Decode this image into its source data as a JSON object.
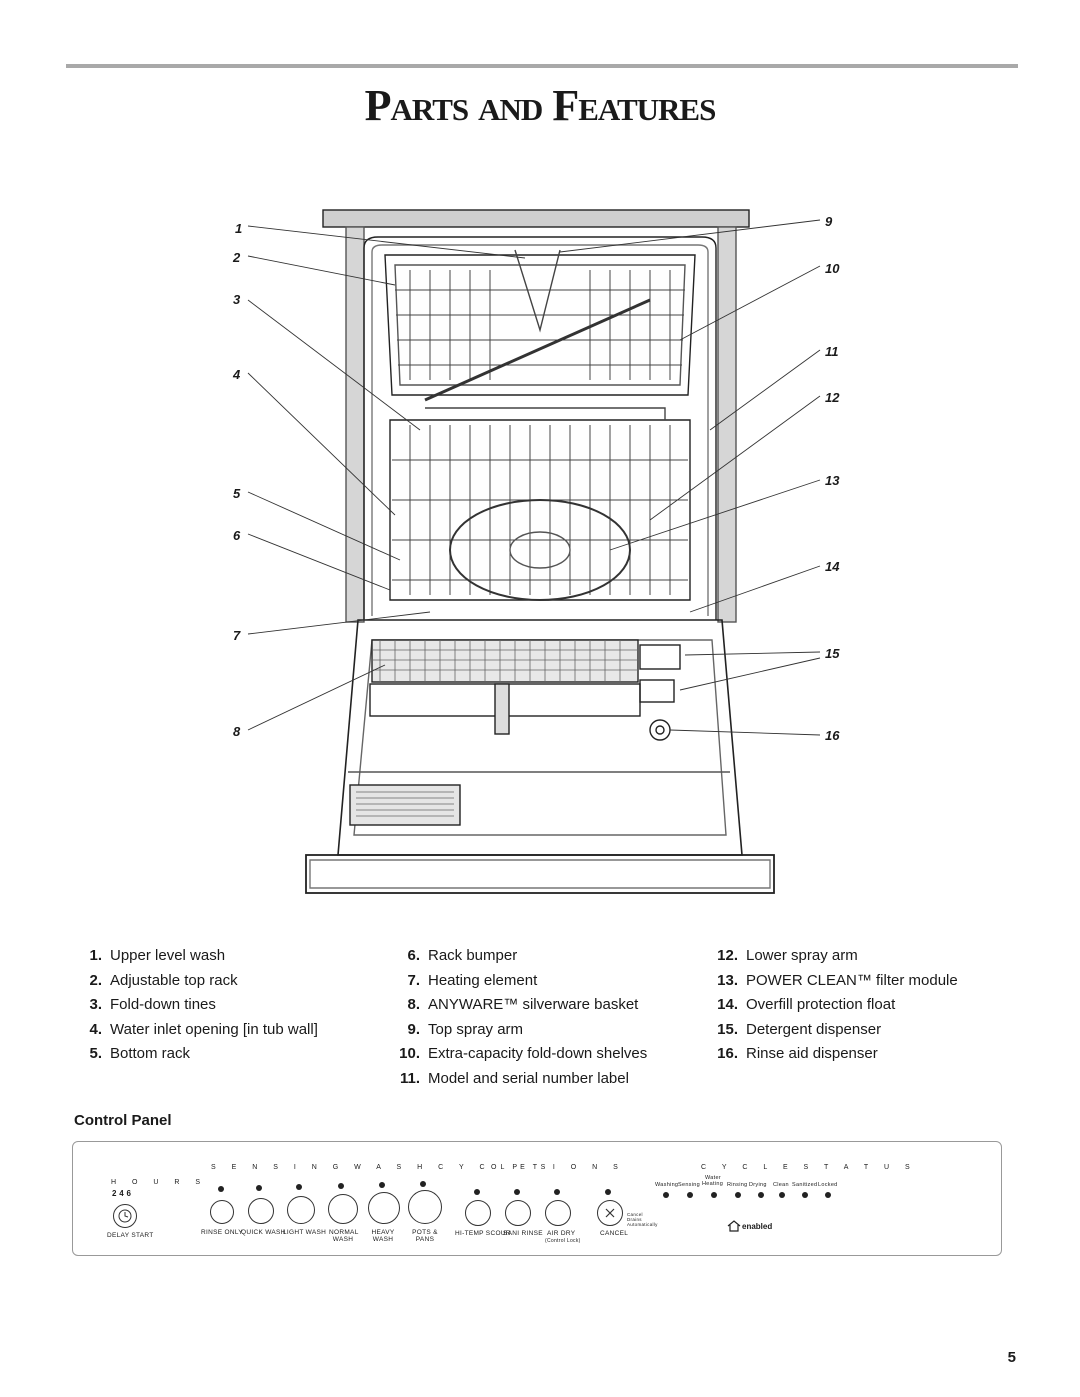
{
  "title": "Parts and Features",
  "callouts_left": [
    "1",
    "2",
    "3",
    "4",
    "5",
    "6",
    "7",
    "8"
  ],
  "callouts_right": [
    "9",
    "10",
    "11",
    "12",
    "13",
    "14",
    "15",
    "16"
  ],
  "parts": {
    "col1": [
      {
        "num": "1.",
        "label": "Upper level wash"
      },
      {
        "num": "2.",
        "label": "Adjustable top rack"
      },
      {
        "num": "3.",
        "label": "Fold-down tines"
      },
      {
        "num": "4.",
        "label": "Water inlet opening [in tub wall]"
      },
      {
        "num": "5.",
        "label": "Bottom rack"
      }
    ],
    "col2": [
      {
        "num": "6.",
        "label": "Rack bumper"
      },
      {
        "num": "7.",
        "label": "Heating element"
      },
      {
        "num": "8.",
        "label": "ANYWARE™ silverware basket"
      },
      {
        "num": "9.",
        "label": "Top spray arm"
      },
      {
        "num": "10.",
        "label": "Extra-capacity fold-down shelves"
      },
      {
        "num": "11.",
        "label": "Model and serial number label"
      }
    ],
    "col3": [
      {
        "num": "12.",
        "label": "Lower spray arm"
      },
      {
        "num": "13.",
        "label": "POWER CLEAN™ filter module"
      },
      {
        "num": "14.",
        "label": "Overfill protection float"
      },
      {
        "num": "15.",
        "label": "Detergent dispenser"
      },
      {
        "num": "16.",
        "label": "Rinse aid dispenser"
      }
    ]
  },
  "control_panel": {
    "heading": "Control Panel",
    "hours_label": "H O U R S",
    "hours_values": "2 4 6",
    "delay_start": "DELAY START",
    "sensing_label": "S E N S I N G   W A S H   C Y C L E S",
    "cycles": [
      "RINSE ONLY",
      "QUICK WASH",
      "LIGHT WASH",
      "NORMAL WASH",
      "HEAVY WASH",
      "POTS & PANS"
    ],
    "options_label": "O P T I O N S",
    "options": [
      "HI-TEMP SCOUR",
      "SANI RINSE",
      "AIR DRY"
    ],
    "air_dry_note": "(Control Lock)",
    "cancel": "CANCEL",
    "cancel_note": "Cancel Drains Automatically",
    "status_label": "C Y C L E   S T A T U S",
    "water": "Water",
    "statuses": [
      "Washing",
      "Sensing",
      "Heating",
      "Rinsing",
      "Drying",
      "Clean",
      "Sanitized",
      "Locked"
    ],
    "enabled": "enabled"
  },
  "page_number": "5"
}
